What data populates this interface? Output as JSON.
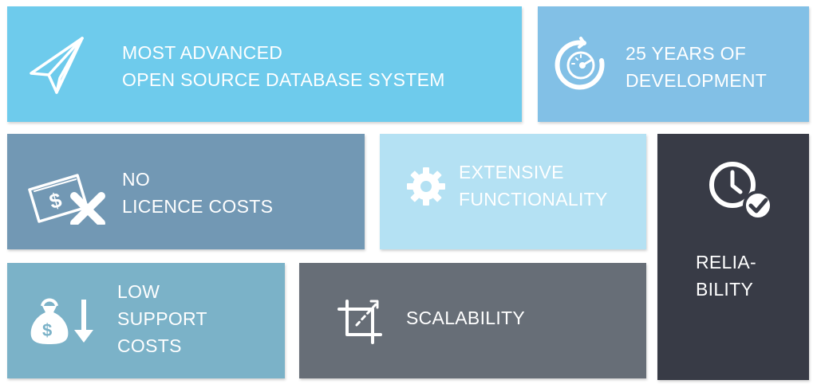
{
  "tiles": {
    "advanced": {
      "lines": [
        "MOST ADVANCED",
        "OPEN SOURCE DATABASE SYSTEM"
      ],
      "icon": "paper-plane-icon",
      "color": "#6ecbec"
    },
    "years": {
      "lines": [
        "25 YEARS OF",
        "DEVELOPMENT"
      ],
      "icon": "speedometer-icon",
      "color": "#82c0e6"
    },
    "licence": {
      "lines": [
        "NO",
        "LICENCE COSTS"
      ],
      "icon": "money-cross-icon",
      "color": "#7298b4"
    },
    "functionality": {
      "lines": [
        "EXTENSIVE",
        "FUNCTIONALITY"
      ],
      "icon": "gear-icon",
      "color": "#b4e1f3"
    },
    "reliability": {
      "lines": [
        "RELIA-",
        "BILITY"
      ],
      "icon": "clock-check-icon",
      "color": "#383b46"
    },
    "support": {
      "lines": [
        "LOW",
        "SUPPORT",
        "COSTS"
      ],
      "icon": "money-bag-down-icon",
      "color": "#7bb2c8"
    },
    "scalability": {
      "lines": [
        "SCALABILITY"
      ],
      "icon": "crop-resize-icon",
      "color": "#676e77"
    }
  }
}
